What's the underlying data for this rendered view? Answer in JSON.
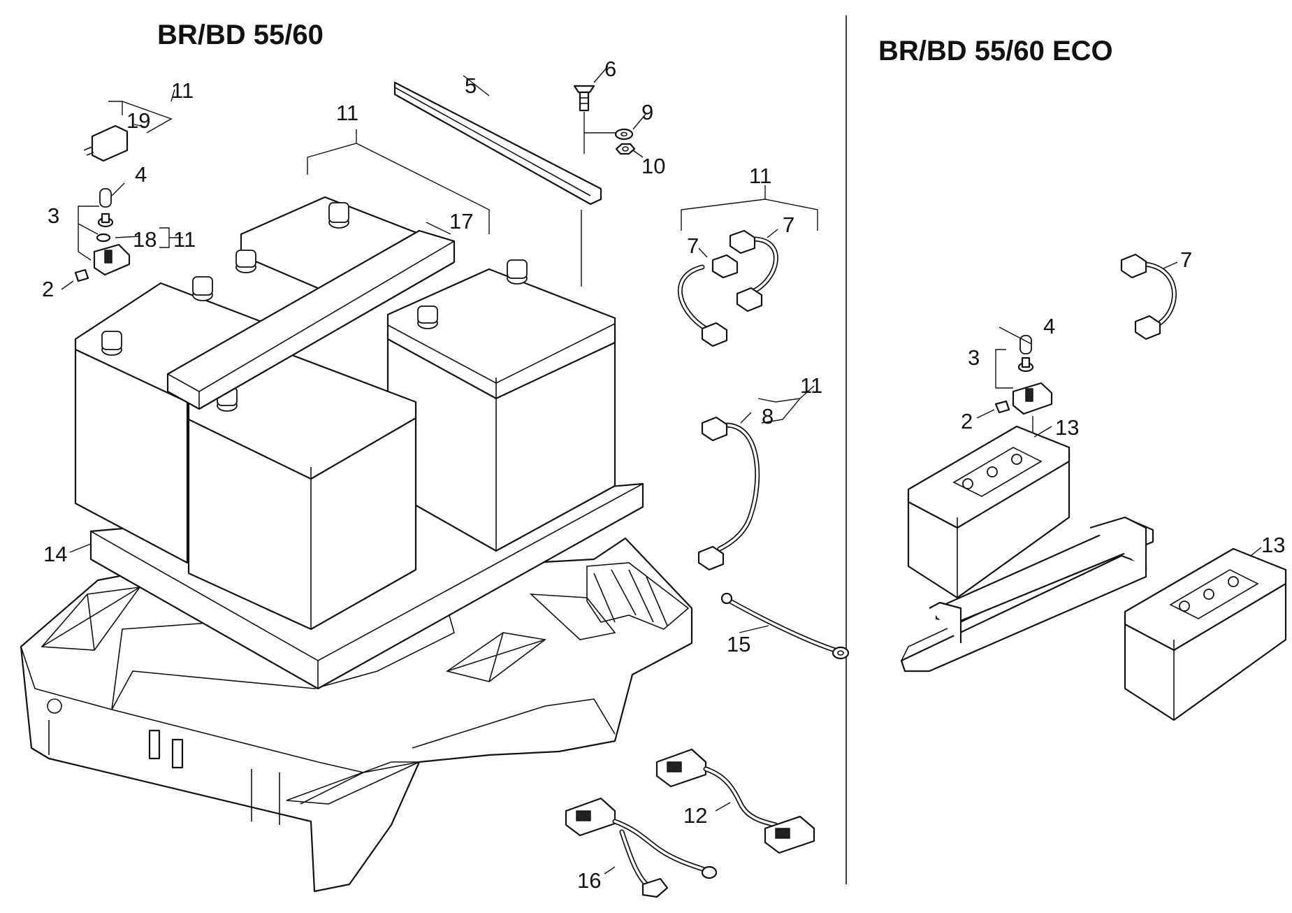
{
  "titles": {
    "left": "BR/BD 55/60",
    "right": "BR/BD 55/60 ECO"
  },
  "callouts": {
    "c2a": "2",
    "c3a": "3",
    "c4a": "4",
    "c5": "5",
    "c6": "6",
    "c7a": "7",
    "c7b": "7",
    "c8": "8",
    "c9": "9",
    "c10": "10",
    "c11a": "11",
    "c11b": "11",
    "c11c": "11",
    "c11d": "11",
    "c11e": "11",
    "c12": "12",
    "c14": "14",
    "c15": "15",
    "c16": "16",
    "c17": "17",
    "c18": "18",
    "c19": "19",
    "c2b": "2",
    "c3b": "3",
    "c4b": "4",
    "c7c": "7",
    "c13a": "13",
    "c13b": "13"
  }
}
